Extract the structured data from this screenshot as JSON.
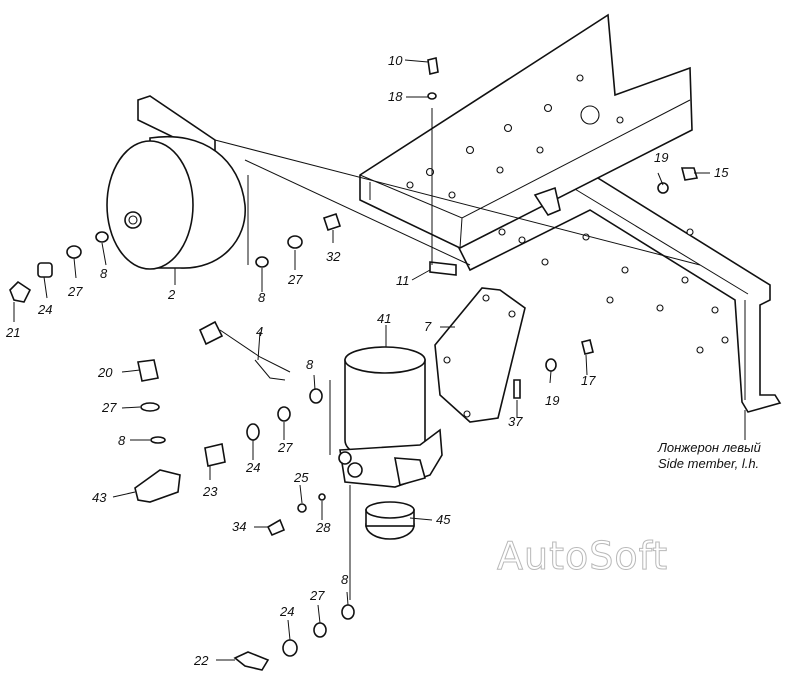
{
  "diagram": {
    "side_member_caption_ru": "Лонжерон левый",
    "side_member_caption_en": "Side member, l.h.",
    "watermark": "AutoSoft",
    "callouts": [
      "10",
      "18",
      "19",
      "15",
      "11",
      "7",
      "41",
      "19",
      "17",
      "37",
      "4",
      "2",
      "8",
      "27",
      "32",
      "21",
      "24",
      "27",
      "8",
      "20",
      "27",
      "8",
      "43",
      "23",
      "24",
      "27",
      "8",
      "25",
      "28",
      "45",
      "34",
      "8",
      "27",
      "24",
      "22"
    ]
  }
}
